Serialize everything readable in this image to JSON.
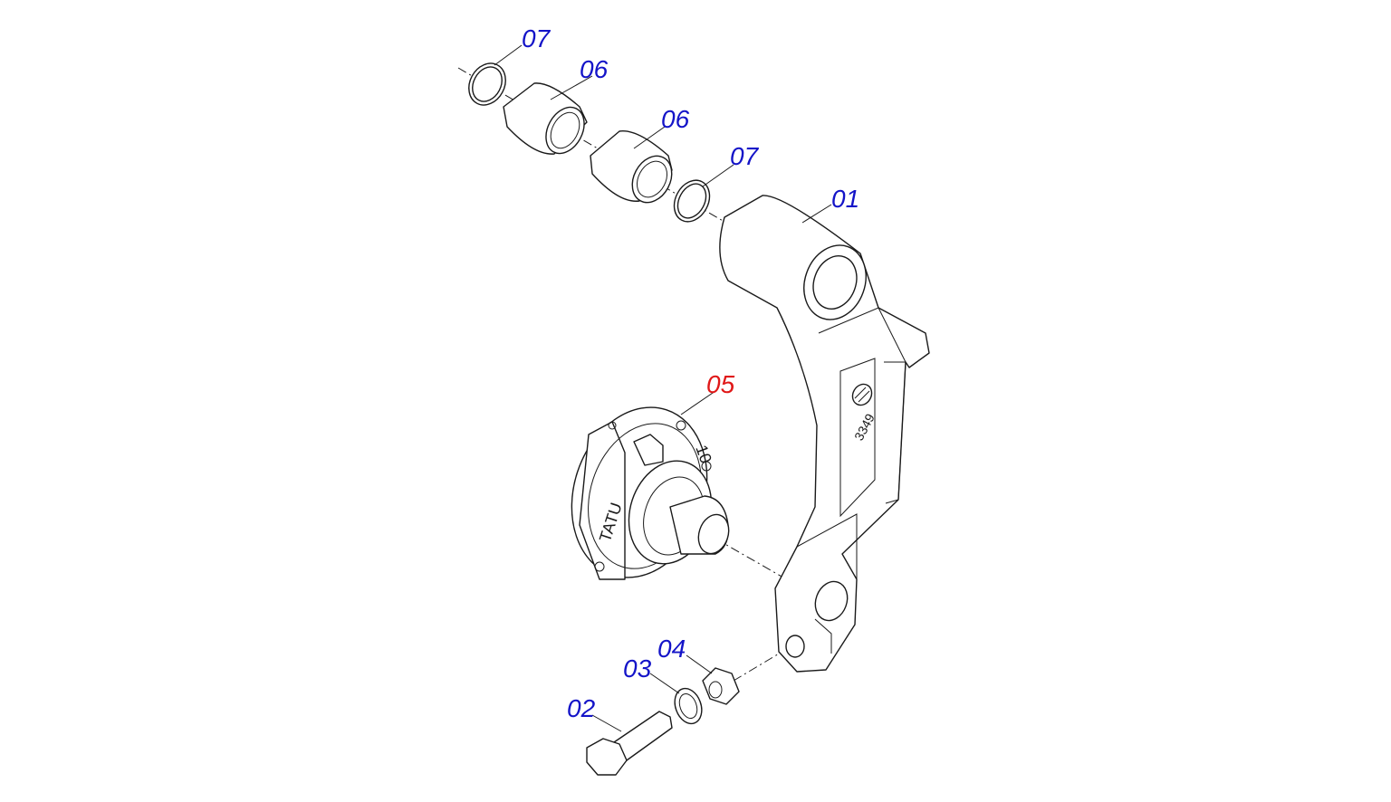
{
  "colors": {
    "callout_default": "#1414c8",
    "callout_highlight": "#e01818"
  },
  "callouts": [
    {
      "label": "07",
      "highlight": false
    },
    {
      "label": "06",
      "highlight": false
    },
    {
      "label": "06",
      "highlight": false
    },
    {
      "label": "07",
      "highlight": false
    },
    {
      "label": "01",
      "highlight": false
    },
    {
      "label": "05",
      "highlight": true
    },
    {
      "label": "04",
      "highlight": false
    },
    {
      "label": "03",
      "highlight": false
    },
    {
      "label": "02",
      "highlight": false
    }
  ],
  "engravings": {
    "hub_brand": "TATU",
    "hub_code": "10",
    "arm_code": "3349"
  }
}
